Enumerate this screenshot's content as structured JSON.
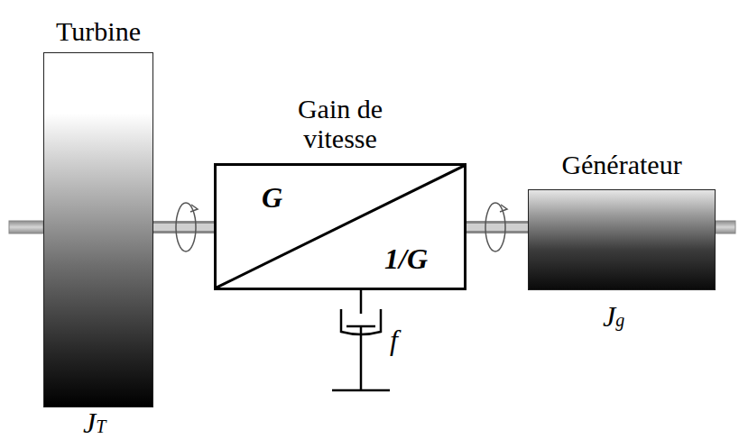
{
  "diagram": {
    "nodes": [
      {
        "text": [
          "Turbine"
        ]
      },
      {
        "text": [
          "Gain de vitesse",
          "G",
          "1/G"
        ]
      },
      {
        "text": [
          "Générateur"
        ]
      }
    ],
    "edges": [
      {
        "from": 0,
        "to": 1,
        "arrow": "none"
      },
      {
        "from": 1,
        "to": 2,
        "arrow": "none"
      }
    ],
    "labels": [
      "JT",
      "f",
      "Jg"
    ]
  }
}
